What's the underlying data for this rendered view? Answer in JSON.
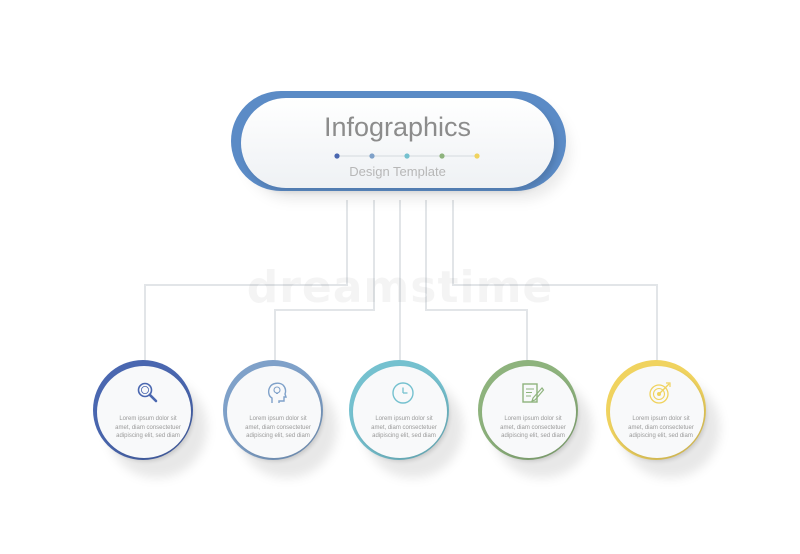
{
  "header": {
    "title": "Infographics",
    "subtitle": "Design Template",
    "dot_colors": [
      "#4a67b0",
      "#7fa1c9",
      "#75c1cf",
      "#8eb37d",
      "#f0d35f"
    ]
  },
  "watermark": "dreamstime",
  "colors": {
    "header_ring": "#5b8bc6",
    "connector": "#e2e5e8"
  },
  "nodes": [
    {
      "icon": "magnifier-icon",
      "color": "#4a67b0",
      "text": "Lorem ipsum dolor sit\namet, diam consectetuer\nadipiscing elit, sed diam"
    },
    {
      "icon": "head-idea-icon",
      "color": "#7fa1c9",
      "text": "Lorem ipsum dolor sit\namet, diam consectetuer\nadipiscing elit, sed diam"
    },
    {
      "icon": "clock-icon",
      "color": "#75c1cf",
      "text": "Lorem ipsum dolor sit\namet, diam consectetuer\nadipiscing elit, sed diam"
    },
    {
      "icon": "document-pencil-icon",
      "color": "#8eb37d",
      "text": "Lorem ipsum dolor sit\namet, diam consectetuer\nadipiscing elit, sed diam"
    },
    {
      "icon": "target-icon",
      "color": "#f0d35f",
      "text": "Lorem ipsum dolor sit\namet, diam consectetuer\nadipiscing elit, sed diam"
    }
  ]
}
